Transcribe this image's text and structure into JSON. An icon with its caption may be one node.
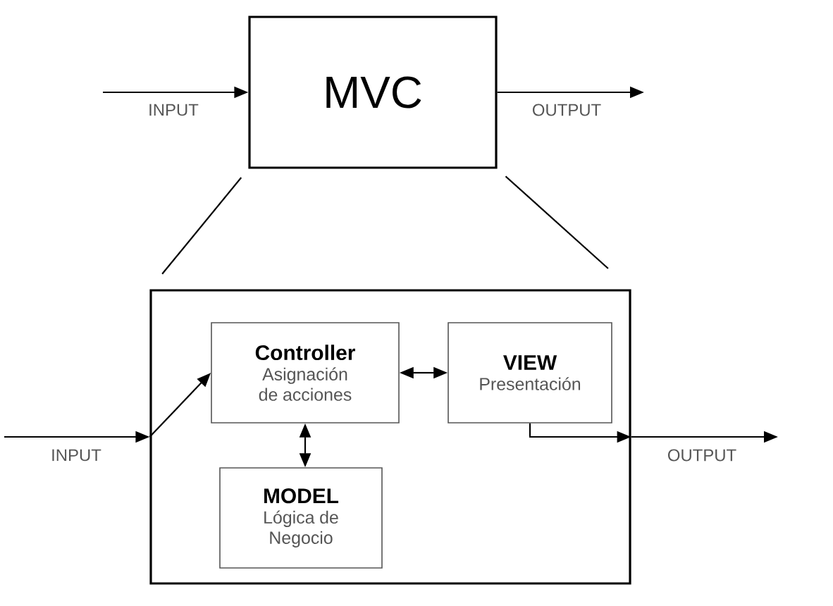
{
  "diagram": {
    "nodes": [
      {
        "text": [
          "MVC"
        ]
      },
      {
        "text": [],
        "shape": "box"
      },
      {
        "text": [
          "Controller",
          "Asignación de acciones"
        ],
        "in": 1
      },
      {
        "text": [
          "VIEW",
          "Presentación"
        ],
        "in": 1
      },
      {
        "text": [
          "MODEL",
          "Lógica de Negocio"
        ],
        "in": 1
      }
    ],
    "edges": [
      {
        "from": null,
        "to": 0,
        "arrow": "to",
        "label": "INPUT"
      },
      {
        "from": 0,
        "to": null,
        "arrow": "to",
        "label": "OUTPUT"
      },
      {
        "from": 0,
        "to": 1,
        "arrow": "none"
      },
      {
        "from": 0,
        "to": 1,
        "arrow": "none"
      },
      {
        "from": null,
        "to": 1,
        "arrow": "to",
        "label": "INPUT"
      },
      {
        "from": 1,
        "to": 2,
        "arrow": "to"
      },
      {
        "from": 3,
        "to": 1,
        "arrow": "to"
      },
      {
        "from": 1,
        "to": null,
        "arrow": "to",
        "label": "OUTPUT"
      },
      {
        "from": 2,
        "to": 3,
        "arrow": "both"
      },
      {
        "from": 2,
        "to": 4,
        "arrow": "both"
      }
    ]
  }
}
